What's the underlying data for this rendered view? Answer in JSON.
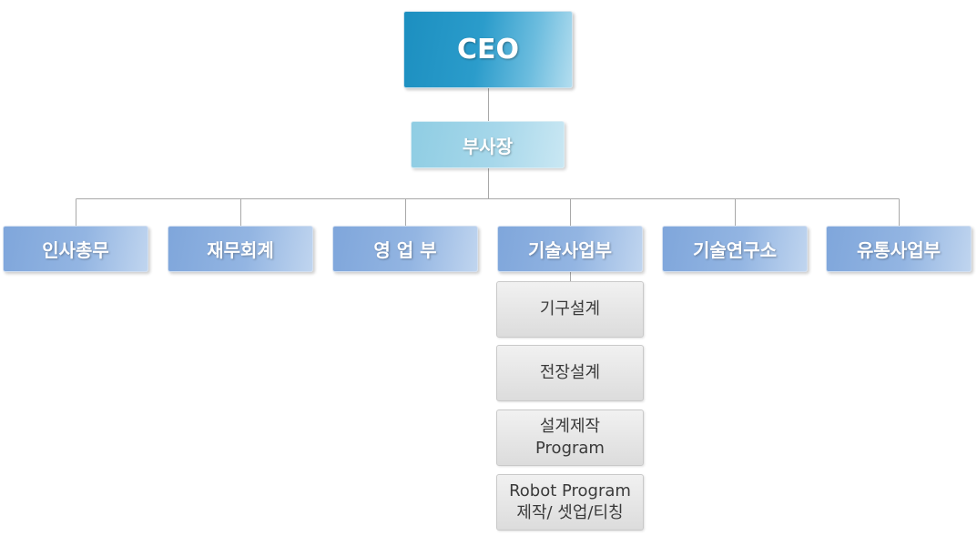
{
  "org": {
    "ceo": "CEO",
    "vice_president": "부사장",
    "departments": [
      {
        "label": "인사총무"
      },
      {
        "label": "재무회계"
      },
      {
        "label": "영 업 부"
      },
      {
        "label": "기술사업부"
      },
      {
        "label": "기술연구소"
      },
      {
        "label": "유통사업부"
      }
    ],
    "tech_business_units": [
      {
        "line1": "기구설계",
        "line2": ""
      },
      {
        "line1": "전장설계",
        "line2": ""
      },
      {
        "line1": "설계제작",
        "line2": "Program"
      },
      {
        "line1": "Robot Program",
        "line2": "제작/ 셋업/티칭"
      }
    ]
  },
  "colors": {
    "ceo_box": "#2b9ccb",
    "vp_box": "#a6d7ea",
    "department_box": "#93b5e2",
    "sub_unit_box": "#e6e6e6",
    "connector_line": "#a8a8a8"
  }
}
